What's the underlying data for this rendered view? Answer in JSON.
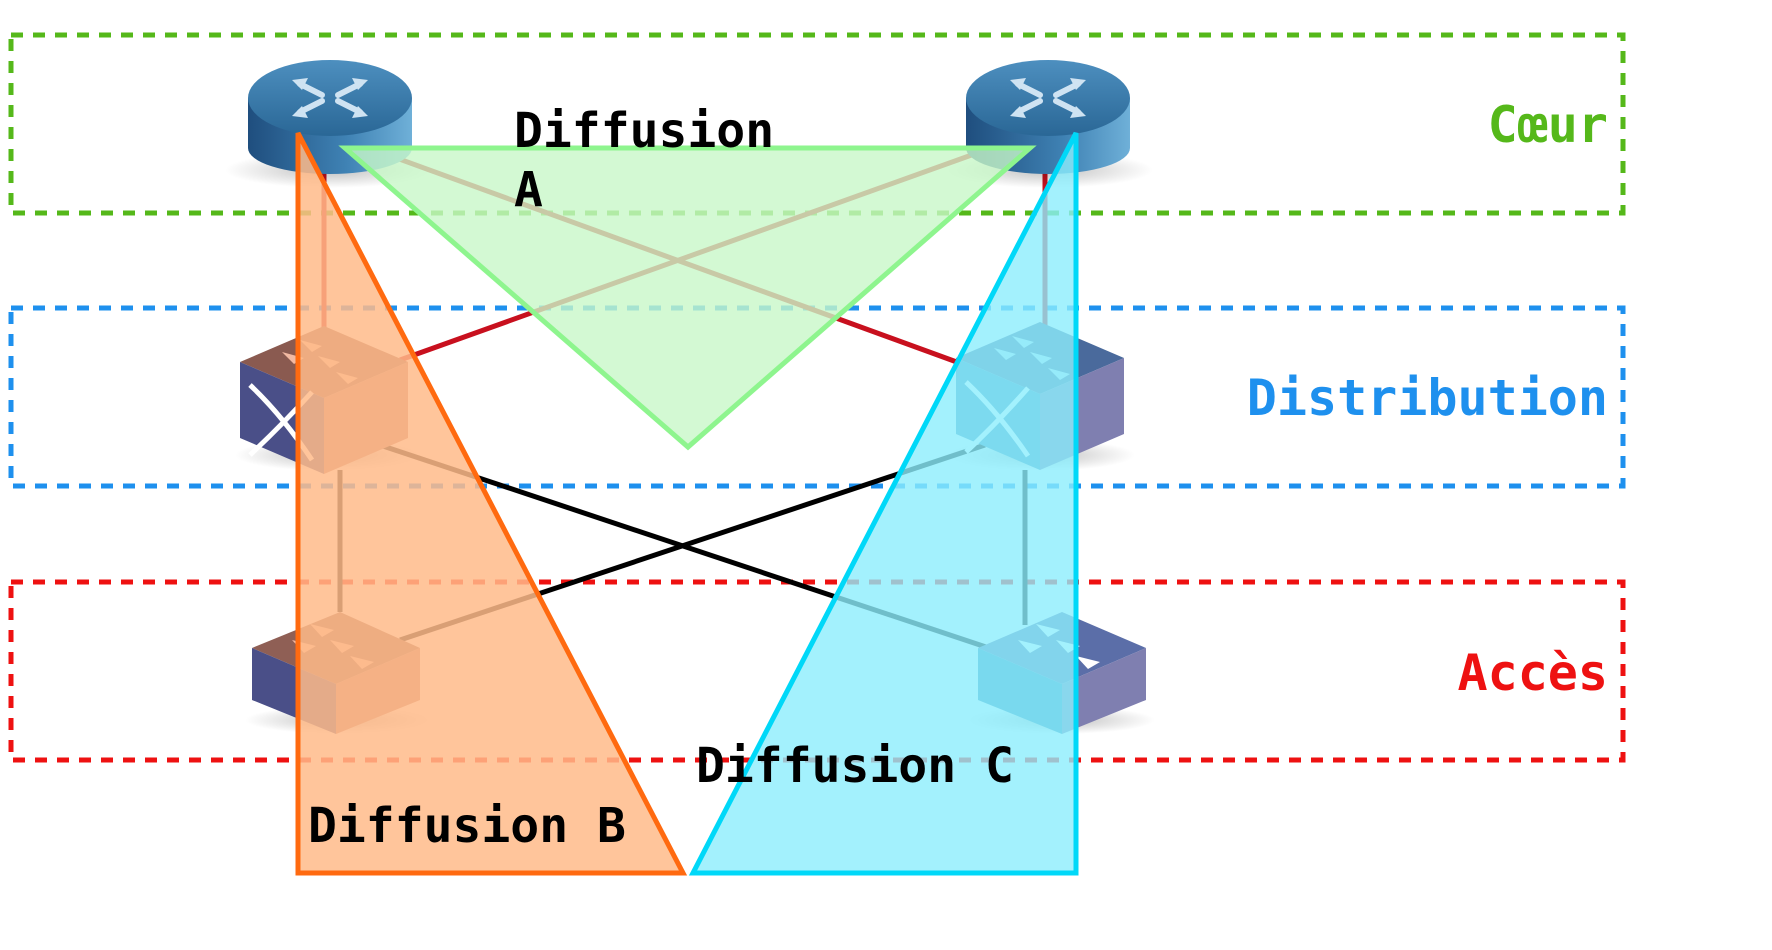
{
  "layers": {
    "core": {
      "label": "Cœur",
      "color": "#55b81a"
    },
    "distribution": {
      "label": "Distribution",
      "color": "#1e90ee"
    },
    "access": {
      "label": "Accès",
      "color": "#ee1111"
    }
  },
  "domains": {
    "a": {
      "label_line1": "Diffusion",
      "label_line2": "A",
      "stroke": "#8ef58e",
      "fill": "#c8f8c8"
    },
    "b": {
      "label": "Diffusion B",
      "stroke": "#ff6a10",
      "fill": "#ffbb8a"
    },
    "c": {
      "label": "Diffusion C",
      "stroke": "#00d8f8",
      "fill": "#8ceefc"
    }
  },
  "devices": {
    "core_left": "router-icon",
    "core_right": "router-icon",
    "dist_left": "multilayer-switch-icon",
    "dist_right": "multilayer-switch-icon",
    "access_left": "switch-icon",
    "access_right": "switch-icon"
  },
  "link_colors": {
    "core_to_dist": "#c8101e",
    "dist_to_access": "#000000"
  }
}
